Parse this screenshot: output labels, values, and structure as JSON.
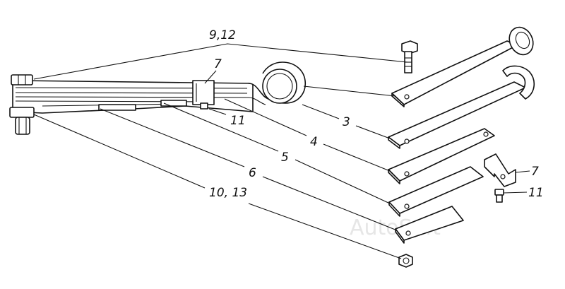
{
  "labels": {
    "l_9_12": "9,12",
    "l_7_top": "7",
    "l_11_mid": "11",
    "l_3": "3",
    "l_4": "4",
    "l_5": "5",
    "l_6": "6",
    "l_10_13": "10, 13",
    "l_7_right": "7",
    "l_11_right": "11"
  },
  "watermark": "AutoSoft",
  "colors": {
    "line": "#111111",
    "watermark": "#e6e6e6"
  }
}
